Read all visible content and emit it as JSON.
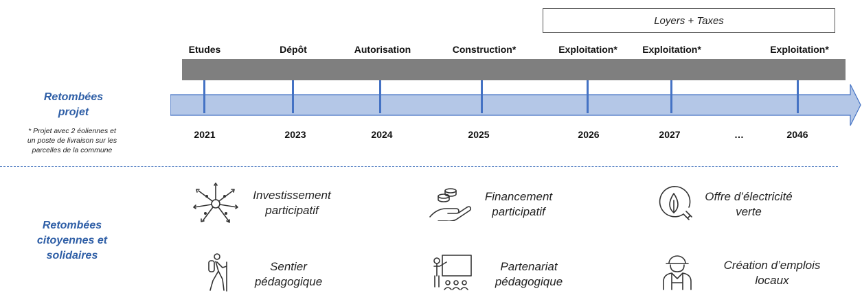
{
  "top_box": {
    "label": "Loyers + Taxes"
  },
  "phases": [
    "Etudes",
    "Dépôt",
    "Autorisation",
    "Construction*",
    "Exploitation*",
    "Exploitation*",
    "Exploitation*"
  ],
  "years": [
    "2021",
    "2023",
    "2024",
    "2025",
    "2026",
    "2027",
    "…",
    "2046"
  ],
  "project": {
    "title_line1": "Retombées",
    "title_line2": "projet",
    "note_line1": "* Projet avec 2 éoliennes et",
    "note_line2": "un poste de livraison sur les",
    "note_line3": "parcelles de la commune"
  },
  "citizen": {
    "title_line1": "Retombées",
    "title_line2": "citoyennes et",
    "title_line3": "solidaires"
  },
  "benefits": [
    {
      "icon": "people-hands-icon",
      "line1": "Investissement",
      "line2": "participatif"
    },
    {
      "icon": "coins-hand-icon",
      "line1": "Financement",
      "line2": "participatif"
    },
    {
      "icon": "green-electricity-icon",
      "line1": "Offre d’électricité",
      "line2": "verte"
    },
    {
      "icon": "hiker-icon",
      "line1": "Sentier",
      "line2": "pédagogique"
    },
    {
      "icon": "teacher-board-icon",
      "line1": "Partenariat",
      "line2": "pédagogique"
    },
    {
      "icon": "construction-worker-icon",
      "line1": "Création d’emplois",
      "line2": "locaux"
    }
  ],
  "colors": {
    "arrow": "#b4c7e7",
    "tick": "#4472c4",
    "accent_text": "#2e5ea6",
    "redaction_bar": "#7f7f7f"
  }
}
